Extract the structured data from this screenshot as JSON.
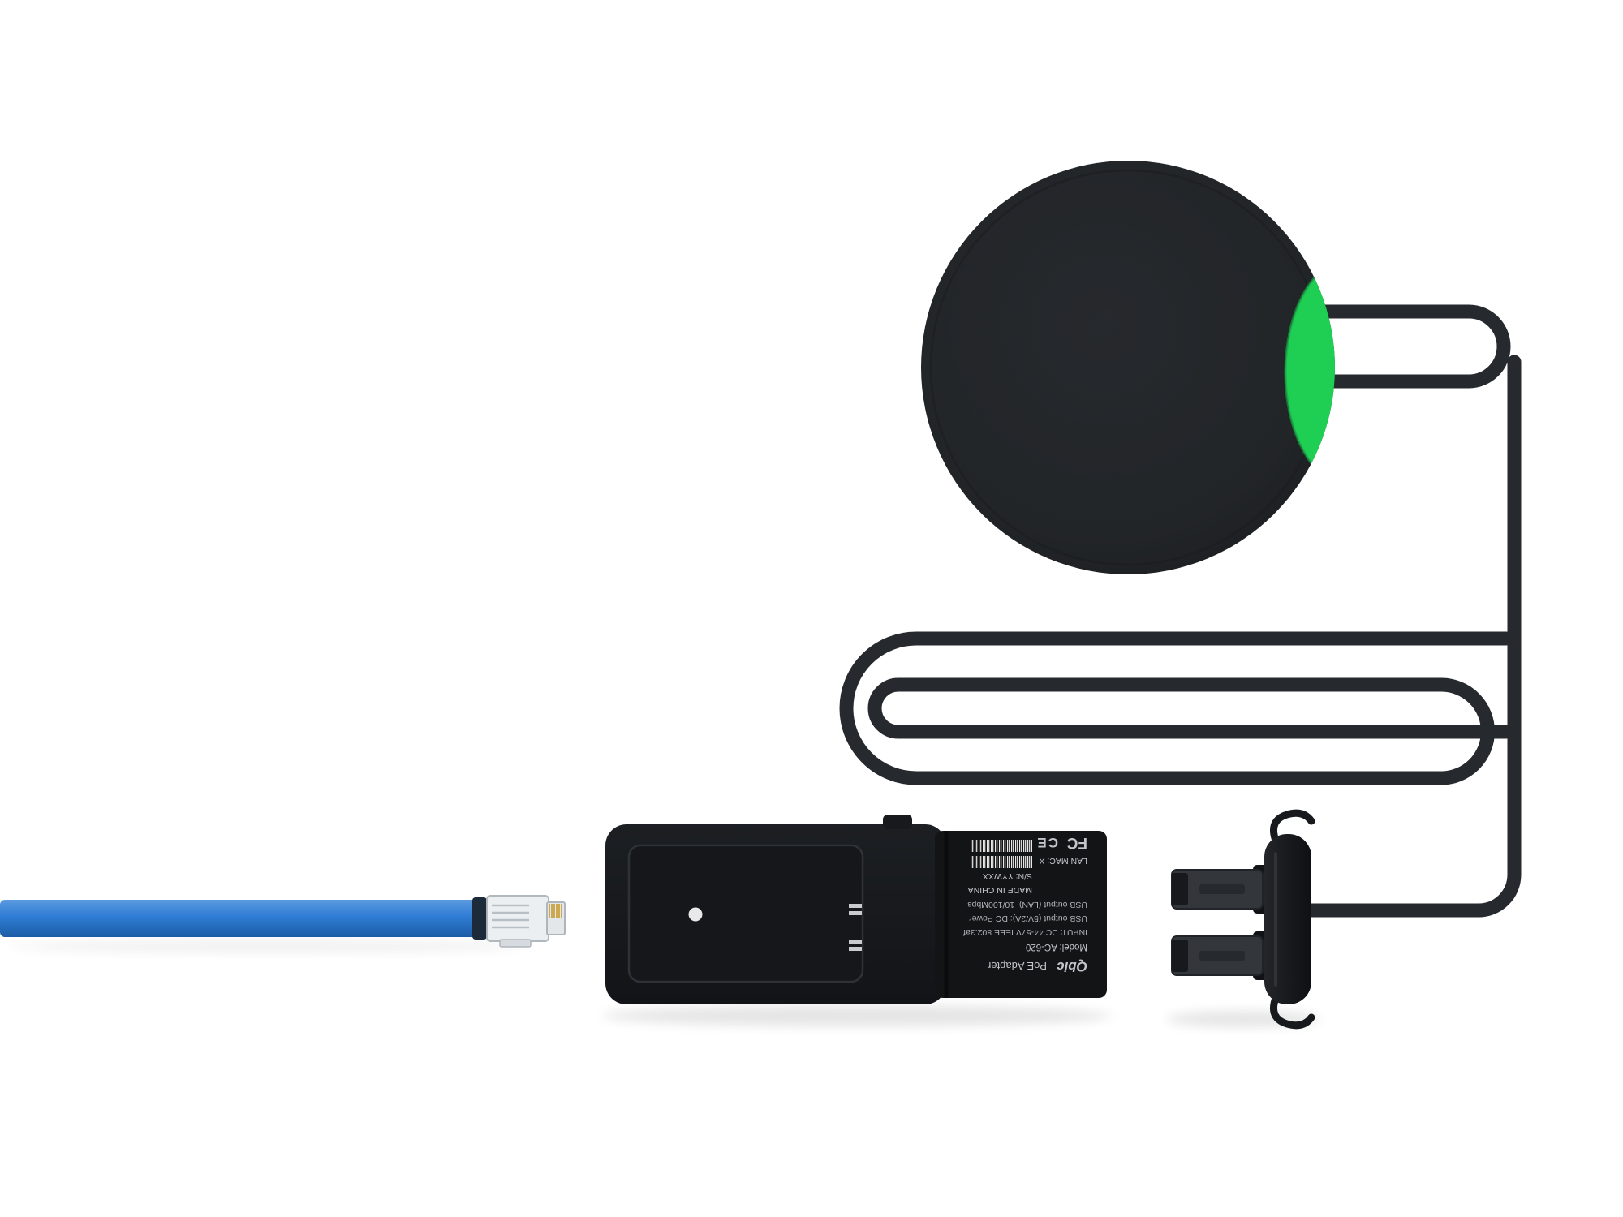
{
  "scene": {
    "title": "Qbic PoE Adapter kit with wireless puck device, coiled cable, dual-USB round plug and blue Ethernet cable"
  },
  "colors": {
    "background": "#ffffff",
    "puck_body": "#222528",
    "accent_green": "#1fcf54",
    "cable": "#26292d",
    "adapter_body": "#17191c",
    "label_text": "#c2c6ca",
    "ethernet_blue": "#2e7cd4",
    "rj45_shell": "#eceff1",
    "pin_gold": "#c9a23f",
    "barcode_bg": "#e8e8e8"
  },
  "label": {
    "brand": "Qbic",
    "product": "PoE  Adapter",
    "model": "Model: AC-620",
    "input": "INPUT: DC 44-57V  IEEE  802.3af",
    "usb_power": "USB output (5V/2A): DC Power",
    "usb_lan": "USB output (LAN): 10/100Mbps",
    "made_in": "MADE IN CHINA",
    "serial": "S/N: YYWXX",
    "lan_mac": "LAN MAC: X",
    "cert_fcc": "FC",
    "cert_ce": "CE"
  },
  "icons": {
    "barcode_icon": "vertical-stripes",
    "fcc_mark_icon": "FC",
    "ce_mark_icon": "CE"
  }
}
